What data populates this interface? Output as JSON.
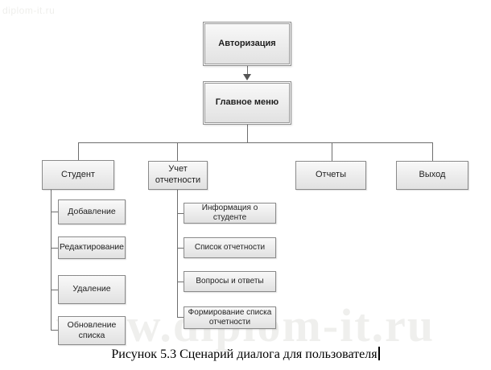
{
  "watermark": {
    "top_left": "diplom-it.ru",
    "bottom": "www.diplom-it.ru"
  },
  "diagram": {
    "nodes": {
      "auth": "Авторизация",
      "main_menu": "Главное меню"
    },
    "branches": [
      {
        "label": "Студент",
        "children": [
          "Добавление",
          "Редактирование",
          "Удаление",
          "Обновление списка"
        ]
      },
      {
        "label": "Учет отчетности",
        "children": [
          "Информация о студенте",
          "Список отчетности",
          "Вопросы и ответы",
          "Формирование списка отчетности"
        ]
      },
      {
        "label": "Отчеты",
        "children": []
      },
      {
        "label": "Выход",
        "children": []
      }
    ]
  },
  "caption": {
    "text": "Рисунок 5.3 Сценарий диалога для пользователя"
  },
  "colors": {
    "box_fill_top": "#f9f9f9",
    "box_fill_bottom": "#e1e1e1",
    "box_border": "#8a8a8a",
    "connector": "#6e6e6e",
    "text": "#1f1f1f",
    "watermark": "#cbcbc4"
  }
}
